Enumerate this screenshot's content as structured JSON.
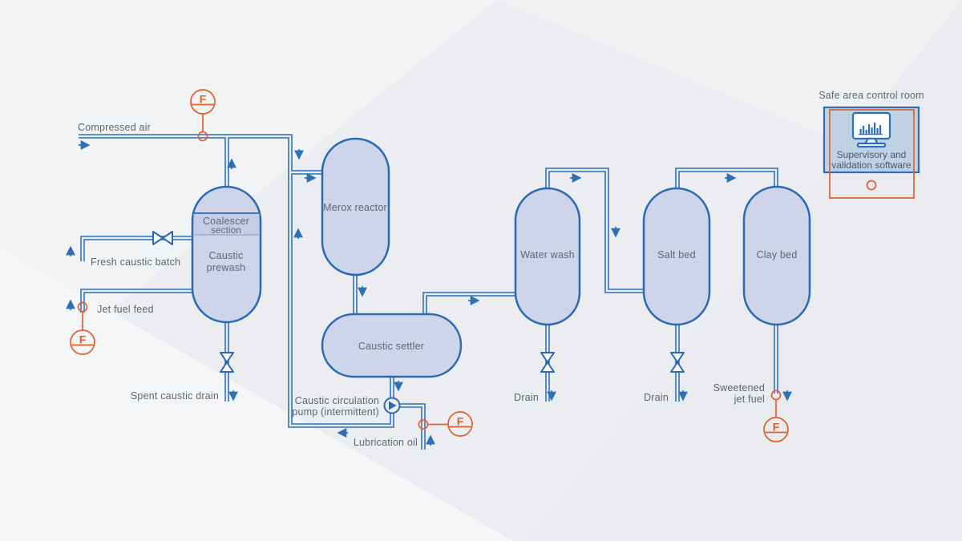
{
  "labels": {
    "compressed_air": "Compressed air",
    "fresh_caustic_batch": "Fresh caustic batch",
    "jet_fuel_feed": "Jet fuel feed",
    "spent_caustic_drain": "Spent caustic drain",
    "lubrication_oil": "Lubrication oil",
    "drain_water_wash": "Drain",
    "drain_salt_bed": "Drain",
    "sweetened_jet_fuel_line1": "Sweetened",
    "sweetened_jet_fuel_line2": "jet fuel"
  },
  "equipment": {
    "coalescer_section_line1": "Coalescer",
    "coalescer_section_line2": "section",
    "caustic_prewash_line1": "Caustic",
    "caustic_prewash_line2": "prewash",
    "merox_reactor": "Merox reactor",
    "caustic_settler": "Caustic settler",
    "circulation_pump_line1": "Caustic circulation",
    "circulation_pump_line2": "pump (intermittent)",
    "water_wash": "Water wash",
    "salt_bed": "Salt bed",
    "clay_bed": "Clay bed"
  },
  "instruments": {
    "flow_air": "F",
    "flow_feed": "F",
    "flow_lube": "F",
    "flow_product": "F"
  },
  "control_room": {
    "title": "Safe area control room",
    "software_line1": "Supervisory and",
    "software_line2": "validation software"
  },
  "colors": {
    "pipe_stroke": "#2e6fb7",
    "pipe_fill": "#e7eef8",
    "vessel_fill": "#ced5ea",
    "vessel_stroke": "#2a6ab4",
    "instrument_orange": "#e2602c",
    "label_text": "#5a6876",
    "control_box_fill": "#bed2e4",
    "background": "#ebedf0"
  }
}
